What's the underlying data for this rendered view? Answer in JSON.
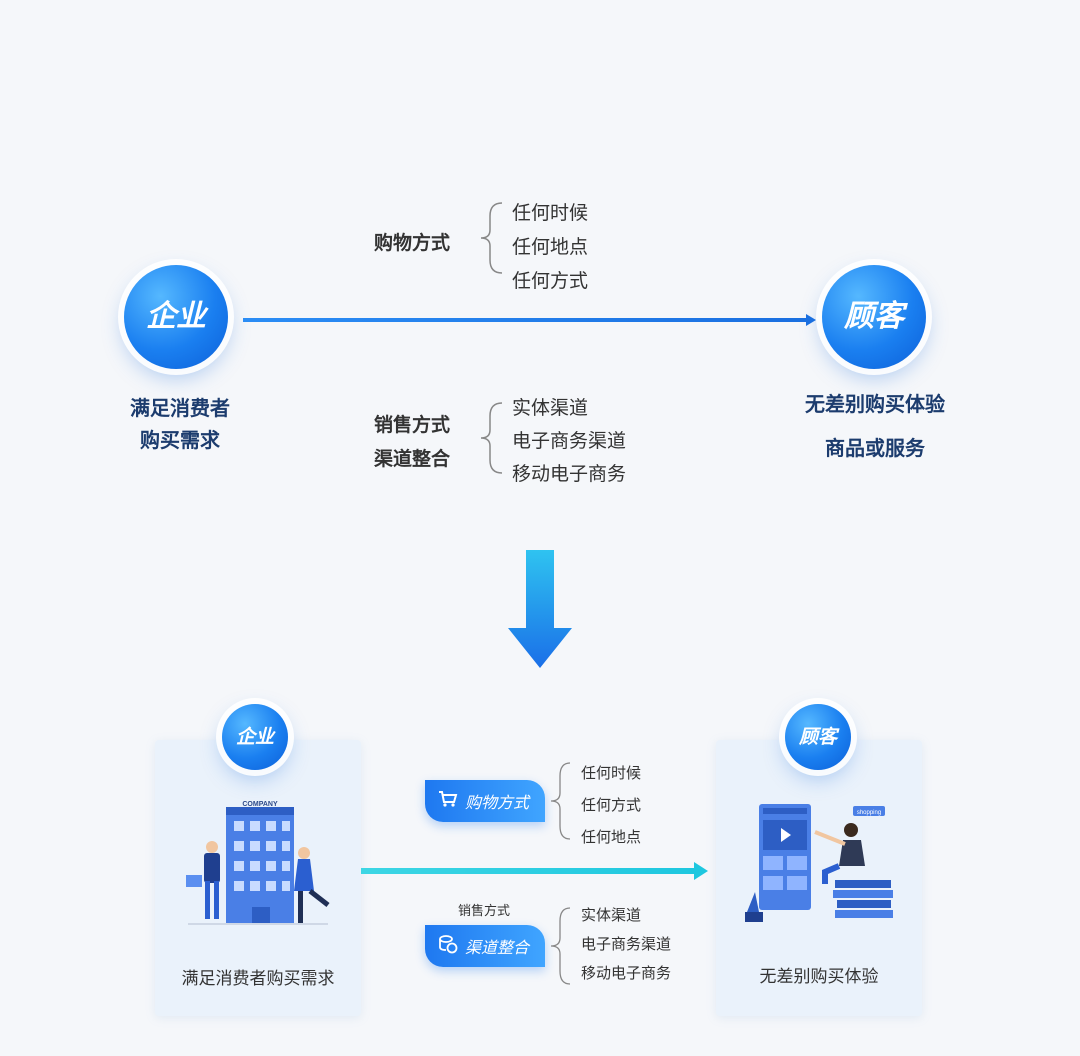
{
  "top": {
    "left_node": "企业",
    "right_node": "顾客",
    "left_caption": [
      "满足消费者",
      "购买需求"
    ],
    "right_caption": [
      "无差别购买体验",
      "商品或服务"
    ],
    "upper_label": "购物方式",
    "upper_items": [
      "任何时候",
      "任何地点",
      "任何方式"
    ],
    "lower_label": [
      "销售方式",
      "渠道整合"
    ],
    "lower_items": [
      "实体渠道",
      "电子商务渠道",
      "移动电子商务"
    ]
  },
  "bottom": {
    "left_node": "企业",
    "right_node": "顾客",
    "company_sign": "COMPANY",
    "shopping_sign": "shopping",
    "left_caption": "满足消费者购买需求",
    "right_caption": "无差别购买体验",
    "pill1": "购物方式",
    "pill1_items": [
      "任何时候",
      "任何方式",
      "任何地点"
    ],
    "small_label": "销售方式",
    "pill2": "渠道整合",
    "pill2_items": [
      "实体渠道",
      "电子商务渠道",
      "移动电子商务"
    ]
  },
  "colors": {
    "accent": "#1a7ff0",
    "navy": "#1c3c6e",
    "cyan": "#2fd0e0"
  }
}
